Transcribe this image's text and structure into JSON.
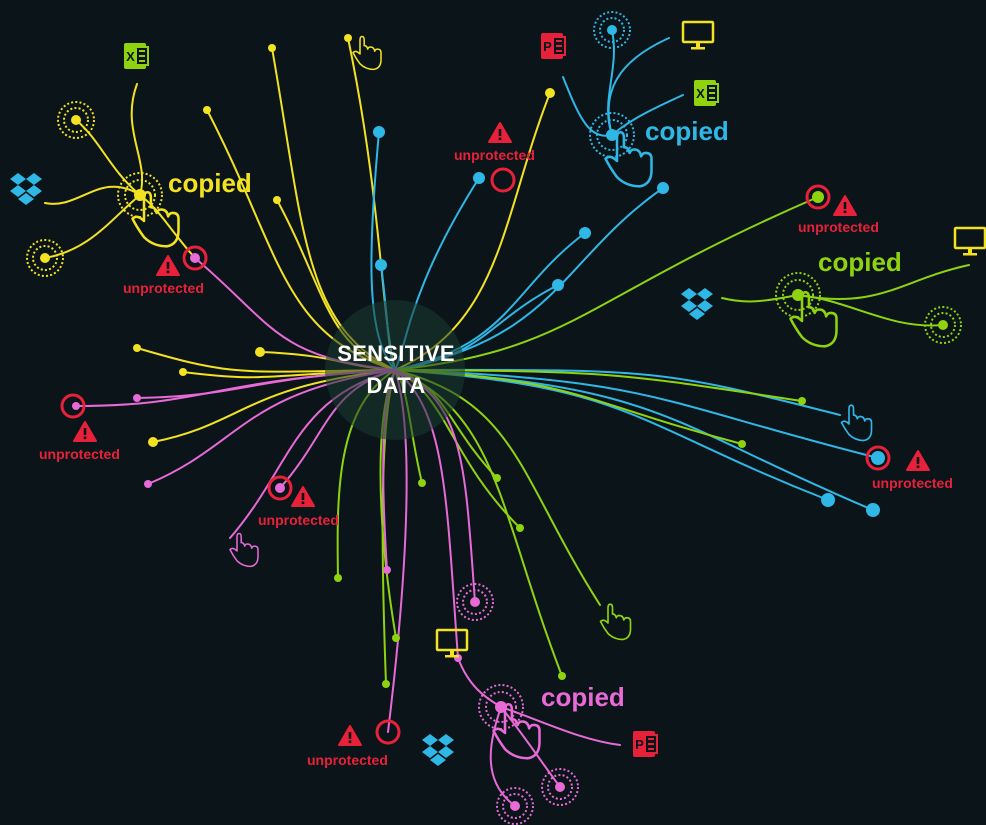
{
  "center": {
    "line1": "SENSITIVE",
    "line2": "DATA"
  },
  "colors": {
    "yellow": "#f3e221",
    "cyan": "#2fb7e6",
    "lime": "#8fd30f",
    "pink": "#e76ad6",
    "red": "#e8213a",
    "excel": "#8fd30f",
    "powerpoint": "#e8213a"
  },
  "clusters": [
    {
      "label": "copied",
      "color": "yellow"
    },
    {
      "label": "copied",
      "color": "cyan"
    },
    {
      "label": "copied",
      "color": "lime"
    },
    {
      "label": "copied",
      "color": "pink"
    }
  ],
  "alerts": [
    {
      "label": "unprotected"
    },
    {
      "label": "unprotected"
    },
    {
      "label": "unprotected"
    },
    {
      "label": "unprotected"
    },
    {
      "label": "unprotected"
    },
    {
      "label": "unprotected"
    },
    {
      "label": "unprotected"
    }
  ],
  "icons": [
    {
      "name": "excel-icon",
      "letter": "X"
    },
    {
      "name": "powerpoint-icon",
      "letter": "P"
    },
    {
      "name": "monitor-icon"
    },
    {
      "name": "dropbox-icon"
    },
    {
      "name": "hand-pointer-icon"
    }
  ]
}
